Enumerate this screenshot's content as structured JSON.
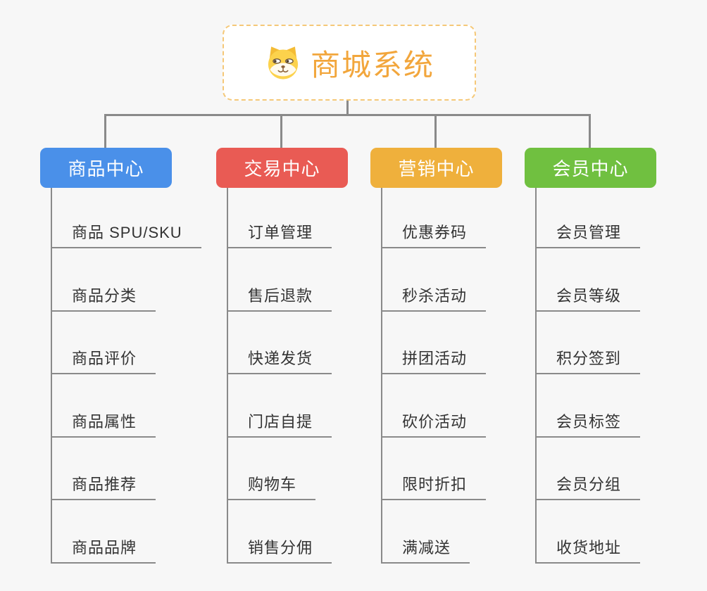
{
  "root": {
    "title": "商城系统",
    "icon": "dog-icon"
  },
  "branches": [
    {
      "label": "商品中心",
      "color": "#4A90E9",
      "items": [
        "商品 SPU/SKU",
        "商品分类",
        "商品评价",
        "商品属性",
        "商品推荐",
        "商品品牌"
      ]
    },
    {
      "label": "交易中心",
      "color": "#E95B54",
      "items": [
        "订单管理",
        "售后退款",
        "快递发货",
        "门店自提",
        "购物车",
        "销售分佣"
      ]
    },
    {
      "label": "营销中心",
      "color": "#EFB03C",
      "items": [
        "优惠券码",
        "秒杀活动",
        "拼团活动",
        "砍价活动",
        "限时折扣",
        "满减送"
      ]
    },
    {
      "label": "会员中心",
      "color": "#70C040",
      "items": [
        "会员管理",
        "会员等级",
        "积分签到",
        "会员标签",
        "会员分组",
        "收货地址"
      ]
    }
  ],
  "colors": {
    "background": "#F7F7F7",
    "connector": "#8A8A8A",
    "root_text": "#F2A63C",
    "root_border": "#F5C878",
    "item_text": "#333333",
    "dog_head": "#FCD24C",
    "dog_ear": "#F4BC35",
    "dog_muzzle": "#FFFBEE",
    "dog_feature": "#8C6239"
  }
}
